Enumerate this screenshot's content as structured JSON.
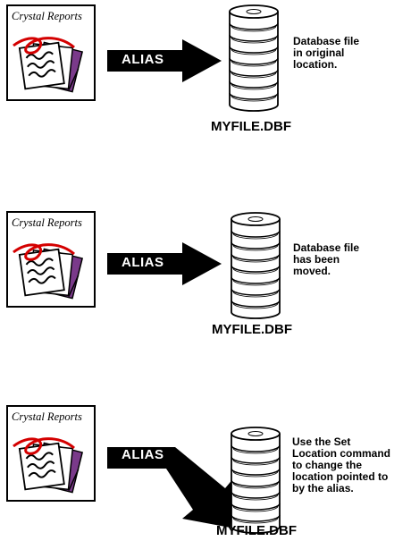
{
  "panels": [
    {
      "logo_text": "Crystal Reports",
      "alias_label": "ALIAS",
      "caption": "Database file\nin original\nlocation.",
      "filename": "MYFILE.DBF",
      "arrow_style": "straight"
    },
    {
      "logo_text": "Crystal Reports",
      "alias_label": "ALIAS",
      "caption": "Database file\nhas been\nmoved.",
      "filename": "MYFILE.DBF",
      "arrow_style": "straight"
    },
    {
      "logo_text": "Crystal Reports",
      "alias_label": "ALIAS",
      "caption": "Use the Set\nLocation command\nto change the\nlocation pointed to\nby the alias.",
      "filename": "MYFILE.DBF",
      "arrow_style": "bent"
    }
  ],
  "colors": {
    "line": "#000000",
    "red_scribble": "#d40000",
    "purple_page": "#7a3a8a",
    "background": "#ffffff"
  }
}
